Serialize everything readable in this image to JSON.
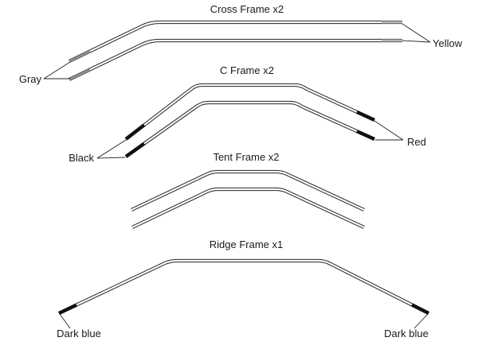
{
  "frames": [
    {
      "title": "Cross Frame x2",
      "tips": [
        "Gray",
        "Yellow"
      ]
    },
    {
      "title": "C Frame x2",
      "tips": [
        "Black",
        "Red"
      ]
    },
    {
      "title": "Tent Frame x2"
    },
    {
      "title": "Ridge Frame x1",
      "tips": [
        "Dark blue",
        "Dark blue"
      ]
    }
  ],
  "tip_colors": {
    "Gray": "#8f8f8f",
    "Yellow": "#b8b8b8",
    "Black": "#111111",
    "Red": "#111111",
    "Dark blue": "#111111"
  }
}
